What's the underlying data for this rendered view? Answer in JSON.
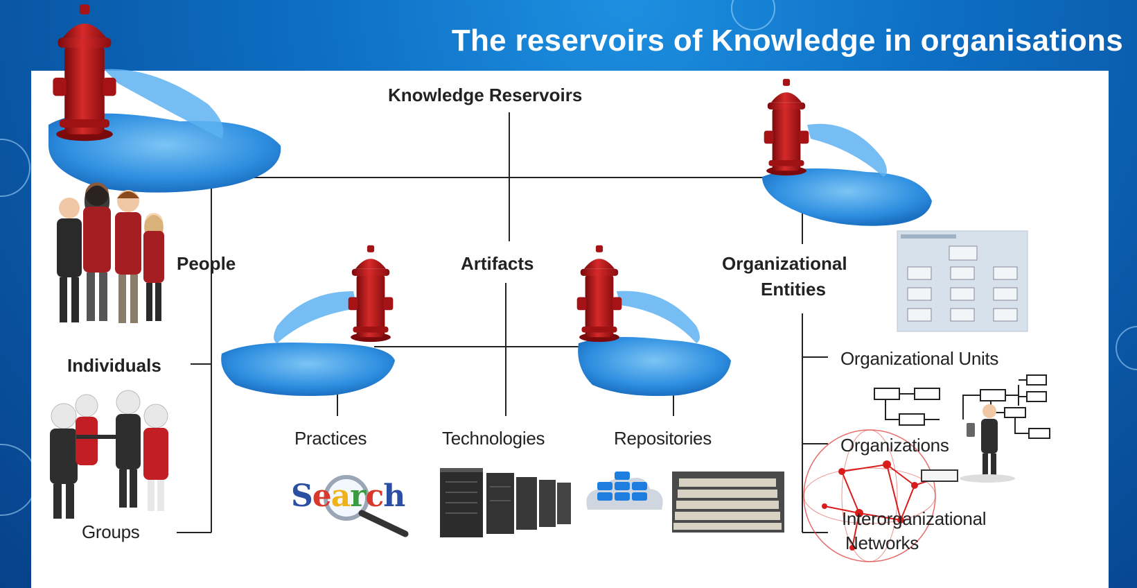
{
  "title": "The reservoirs of Knowledge in organisations",
  "diagram": {
    "root": "Knowledge Reservoirs",
    "branches": {
      "people": "People",
      "artifacts": "Artifacts",
      "organizational_entities_line1": "Organizational",
      "organizational_entities_line2": "Entities"
    },
    "people_children": [
      "Individuals",
      "Groups"
    ],
    "artifact_children": [
      "Practices",
      "Technologies",
      "Repositories"
    ],
    "org_children": [
      "Organizational Units",
      "Organizations",
      "Interorganizational",
      "Networks"
    ]
  },
  "search_logo_letters": [
    "S",
    "e",
    "a",
    "r",
    "c",
    "h"
  ],
  "colors": {
    "title_bg": "#0d6fc4",
    "hydrant": "#c0181b",
    "water": "#3f9fe8"
  },
  "icons": [
    "fire-hydrant-icon",
    "people-group-icon",
    "handshake-group-icon",
    "server-rack-icon",
    "cloud-database-icon",
    "file-drawer-icon",
    "org-chart-icon",
    "network-globe-icon",
    "presenter-icon",
    "magnifier-icon"
  ]
}
